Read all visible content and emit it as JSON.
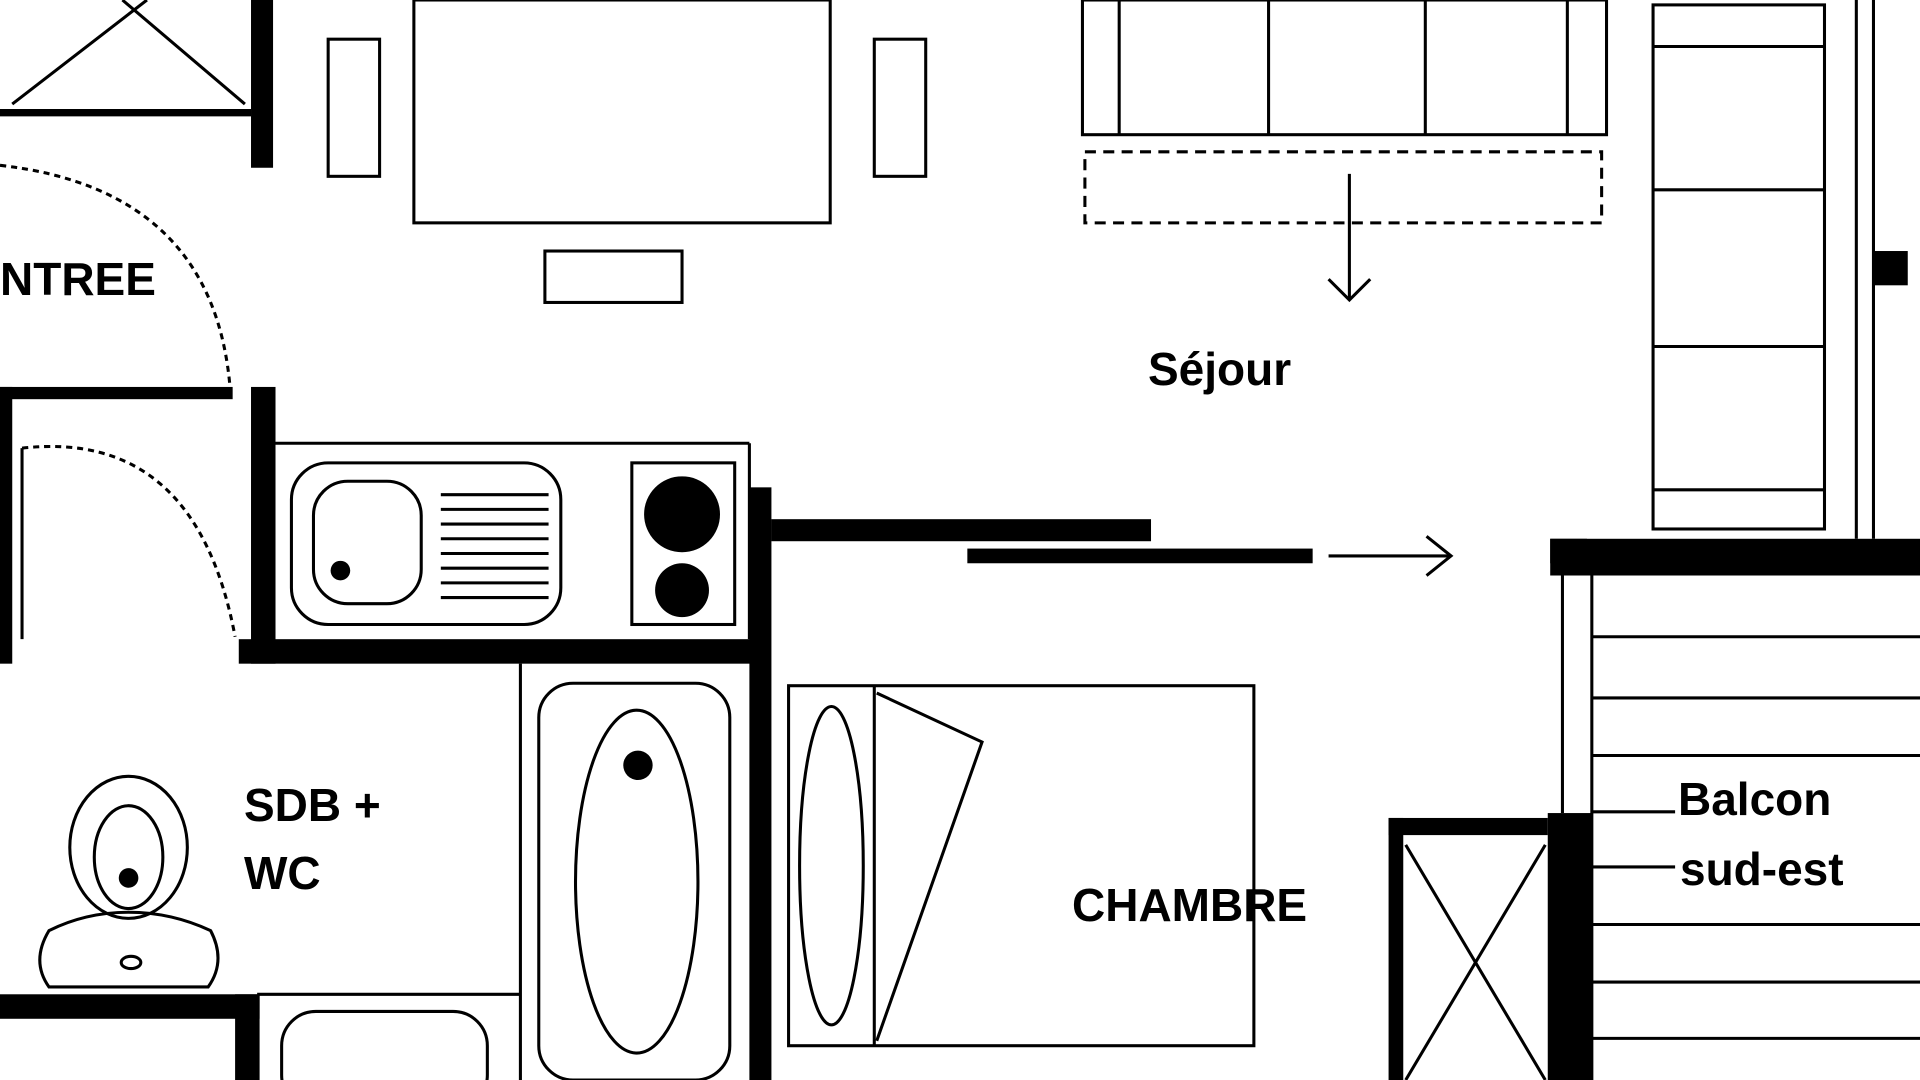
{
  "plan": {
    "rooms": {
      "entree": "NTREE",
      "sejour": "Séjour",
      "sdb_line1": "SDB +",
      "sdb_line2": "WC",
      "chambre": "CHAMBRE",
      "balcon_line1": "Balcon",
      "balcon_line2": "sud-est"
    },
    "colors": {
      "wall": "#000000",
      "background": "#ffffff"
    }
  }
}
